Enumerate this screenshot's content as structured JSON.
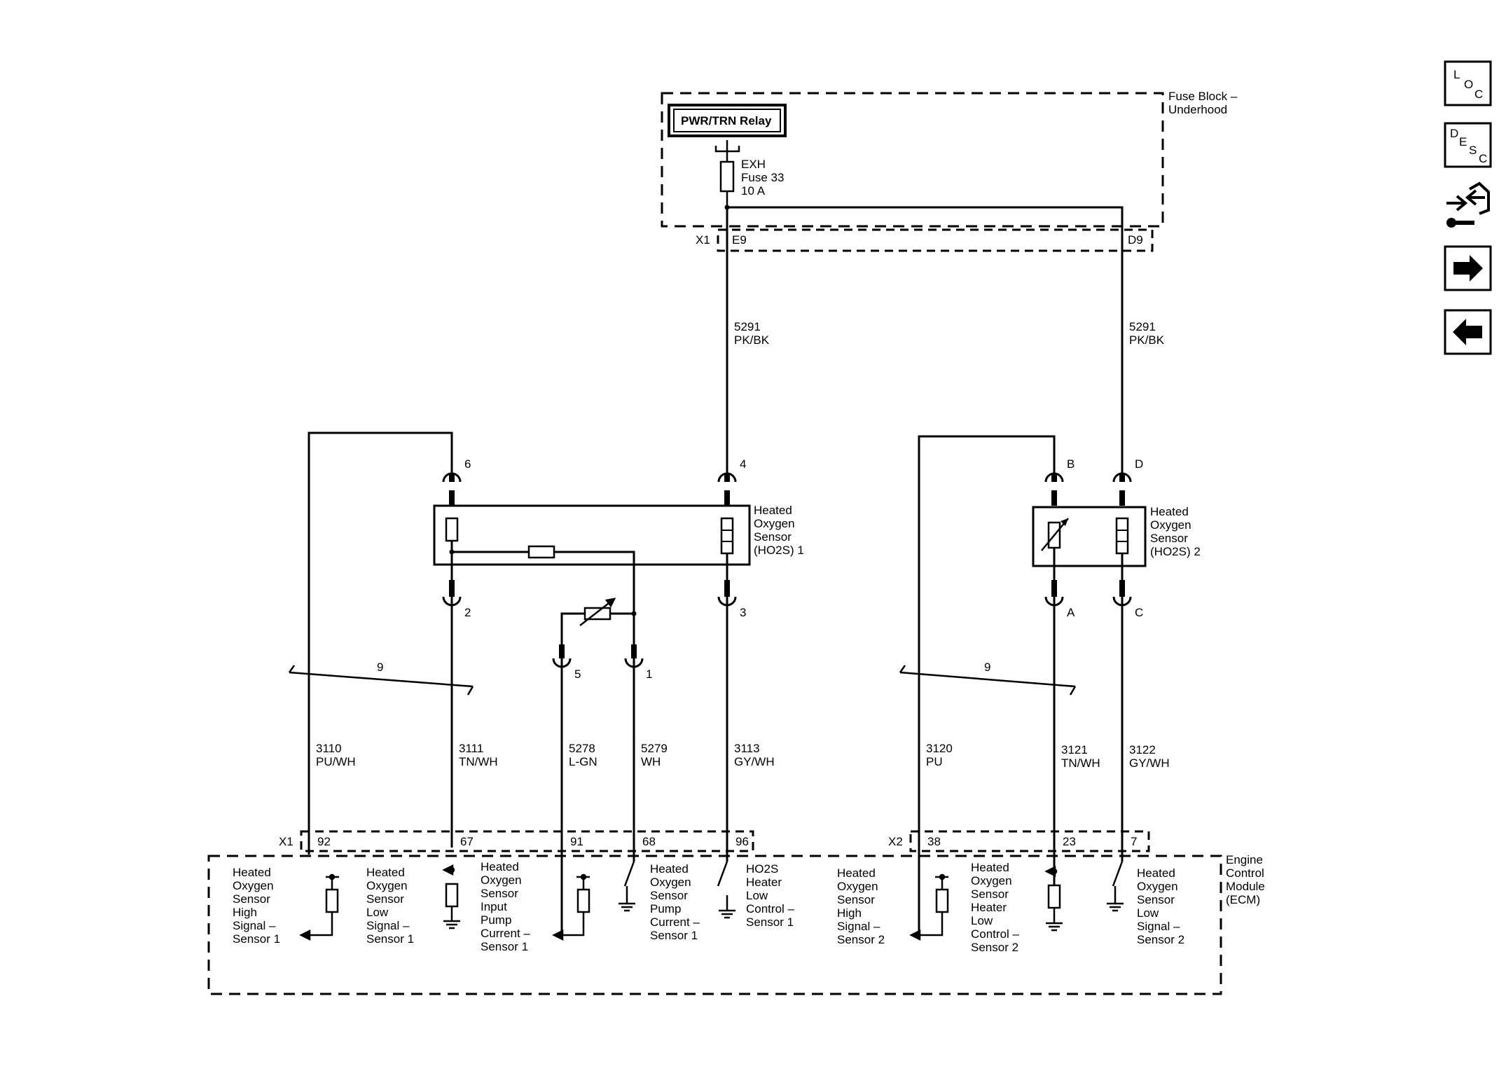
{
  "fuse_block": {
    "title_lines": [
      "Fuse Block –",
      "Underhood"
    ],
    "relay": "PWR/TRN Relay",
    "fuse_lines": [
      "EXH",
      "Fuse 33",
      "10 A"
    ],
    "connector": "X1",
    "pin_left": "E9",
    "pin_right": "D9"
  },
  "upper_wires": {
    "left": [
      "5291",
      "PK/BK"
    ],
    "right": [
      "5291",
      "PK/BK"
    ]
  },
  "sensor1": {
    "label_lines": [
      "Heated",
      "Oxygen",
      "Sensor",
      "(HO2S) 1"
    ],
    "pin_6": "6",
    "pin_4": "4",
    "pin_2": "2",
    "pin_3": "3",
    "pin_5": "5",
    "pin_1": "1",
    "twist_count": "9"
  },
  "sensor2": {
    "label_lines": [
      "Heated",
      "Oxygen",
      "Sensor",
      "(HO2S) 2"
    ],
    "pin_B": "B",
    "pin_D": "D",
    "pin_A": "A",
    "pin_C": "C",
    "twist_count": "9"
  },
  "lower_wires": {
    "w3110": [
      "3110",
      "PU/WH"
    ],
    "w3111": [
      "3111",
      "TN/WH"
    ],
    "w5278": [
      "5278",
      "L-GN"
    ],
    "w5279": [
      "5279",
      "WH"
    ],
    "w3113": [
      "3113",
      "GY/WH"
    ],
    "w3120": [
      "3120",
      "PU"
    ],
    "w3121": [
      "3121",
      "TN/WH"
    ],
    "w3122": [
      "3122",
      "GY/WH"
    ]
  },
  "ecm": {
    "label_lines": [
      "Engine",
      "Control",
      "Module",
      "(ECM)"
    ],
    "x1": {
      "name": "X1",
      "pins": [
        "92",
        "67",
        "91",
        "68",
        "96"
      ]
    },
    "x2": {
      "name": "X2",
      "pins": [
        "38",
        "23",
        "7"
      ]
    },
    "circuits": {
      "c1": [
        "Heated",
        "Oxygen",
        "Sensor",
        "High",
        "Signal –",
        "Sensor 1"
      ],
      "c2": [
        "Heated",
        "Oxygen",
        "Sensor",
        "Low",
        "Signal –",
        "Sensor 1"
      ],
      "c3": [
        "Heated",
        "Oxygen",
        "Sensor",
        "Input",
        "Pump",
        "Current –",
        "Sensor 1"
      ],
      "c4": [
        "Heated",
        "Oxygen",
        "Sensor",
        "Pump",
        "Current –",
        "Sensor 1"
      ],
      "c5": [
        "HO2S",
        "Heater",
        "Low",
        "Control –",
        "Sensor 1"
      ],
      "c6": [
        "Heated",
        "Oxygen",
        "Sensor",
        "High",
        "Signal –",
        "Sensor 2"
      ],
      "c7": [
        "Heated",
        "Oxygen",
        "Sensor",
        "Heater",
        "Low",
        "Control –",
        "Sensor 2"
      ],
      "c8": [
        "Heated",
        "Oxygen",
        "Sensor",
        "Low",
        "Signal –",
        "Sensor 2"
      ]
    }
  },
  "nav": {
    "loc": [
      "L",
      "O",
      "C"
    ],
    "desc": [
      "D",
      "E",
      "S",
      "C"
    ]
  }
}
